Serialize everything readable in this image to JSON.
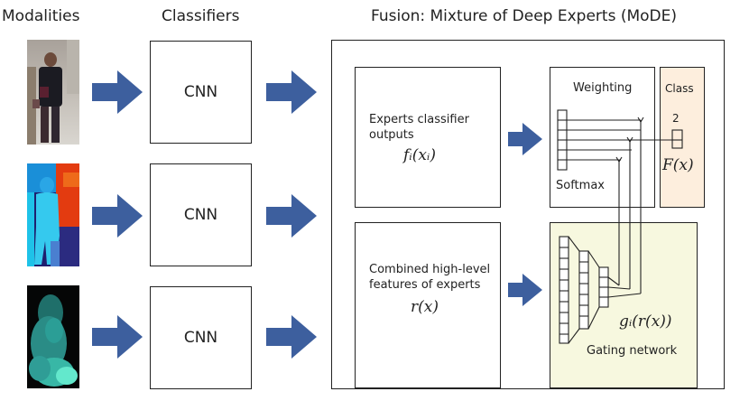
{
  "headers": {
    "modalities": "Modalities",
    "classifiers": "Classifiers",
    "fusion": "Fusion: Mixture of Deep Experts (MoDE)"
  },
  "classifiers": [
    {
      "label": "CNN"
    },
    {
      "label": "CNN"
    },
    {
      "label": "CNN"
    }
  ],
  "fusion": {
    "experts": {
      "text_line1": "Experts classifier",
      "text_line2": "outputs",
      "formula": "fᵢ(xᵢ)"
    },
    "combined": {
      "text_line1": "Combined high-level",
      "text_line2": "features of experts",
      "formula": "r(x)"
    },
    "weighting": {
      "title": "Weighting",
      "softmax": "Softmax"
    },
    "class": {
      "title": "Class",
      "value": "2",
      "formula": "F(x)"
    },
    "gating": {
      "title": "Gating network",
      "formula": "gᵢ(r(x))"
    }
  },
  "colors": {
    "arrow": "#3d5f9e",
    "class_bg": "#fdeedd",
    "gating_bg": "#f7f8df",
    "stroke": "#222222"
  },
  "icons": {
    "arrow": "block-arrow-right-icon"
  }
}
